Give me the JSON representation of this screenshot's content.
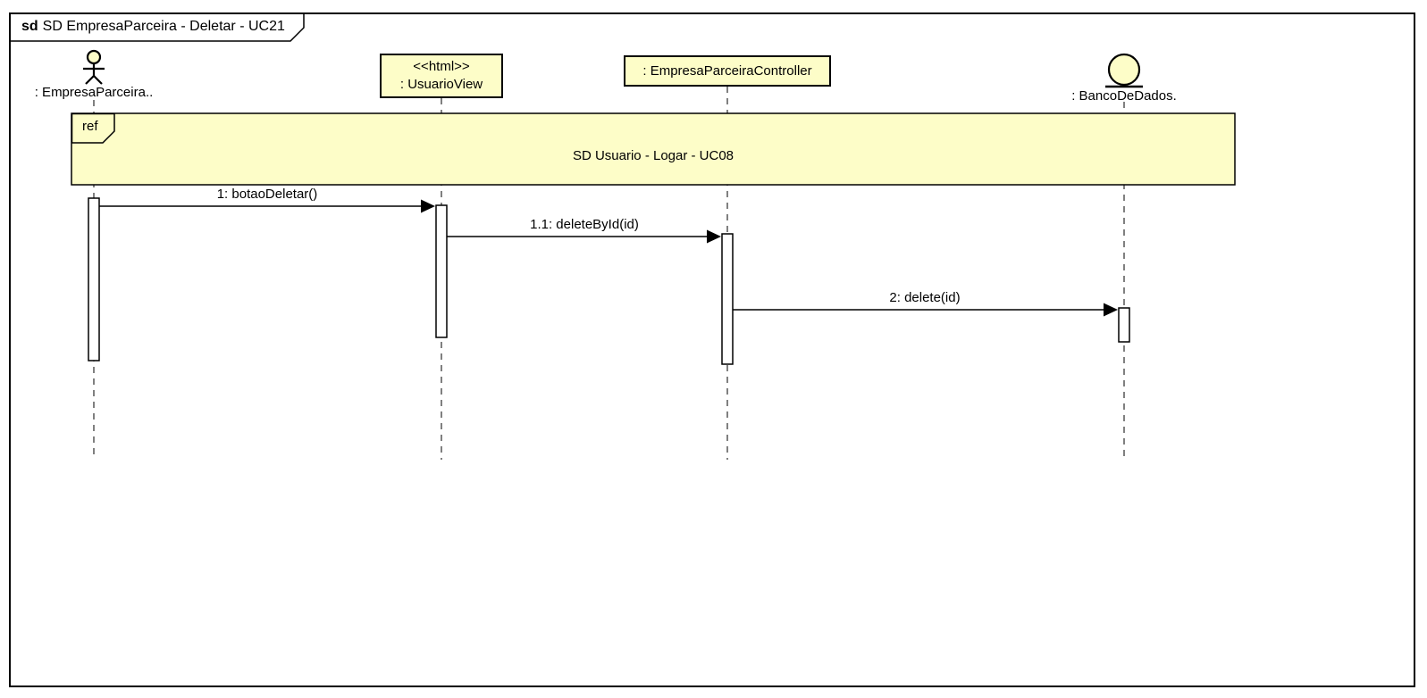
{
  "frame": {
    "keyword": "sd",
    "title": "SD EmpresaParceira - Deletar - UC21"
  },
  "lifelines": [
    {
      "kind": "actor",
      "label": ": EmpresaParceira.."
    },
    {
      "kind": "object",
      "stereotype": "<<html>>",
      "label": ": UsuarioView"
    },
    {
      "kind": "object",
      "label": ": EmpresaParceiraController"
    },
    {
      "kind": "entity",
      "label": ": BancoDeDados."
    }
  ],
  "ref": {
    "operator": "ref",
    "label": "SD Usuario - Logar - UC08"
  },
  "messages": [
    {
      "label": "1: botaoDeletar()",
      "from": ": EmpresaParceira..",
      "to": ": UsuarioView"
    },
    {
      "label": "1.1: deleteById(id)",
      "from": ": UsuarioView",
      "to": ": EmpresaParceiraController"
    },
    {
      "label": "2: delete(id)",
      "from": ": EmpresaParceiraController",
      "to": ": BancoDeDados."
    }
  ],
  "colors": {
    "fill_yellow": "#FDFDC8",
    "line": "#000000",
    "background": "#FFFFFF",
    "activation_fill": "#FFFFFF"
  }
}
